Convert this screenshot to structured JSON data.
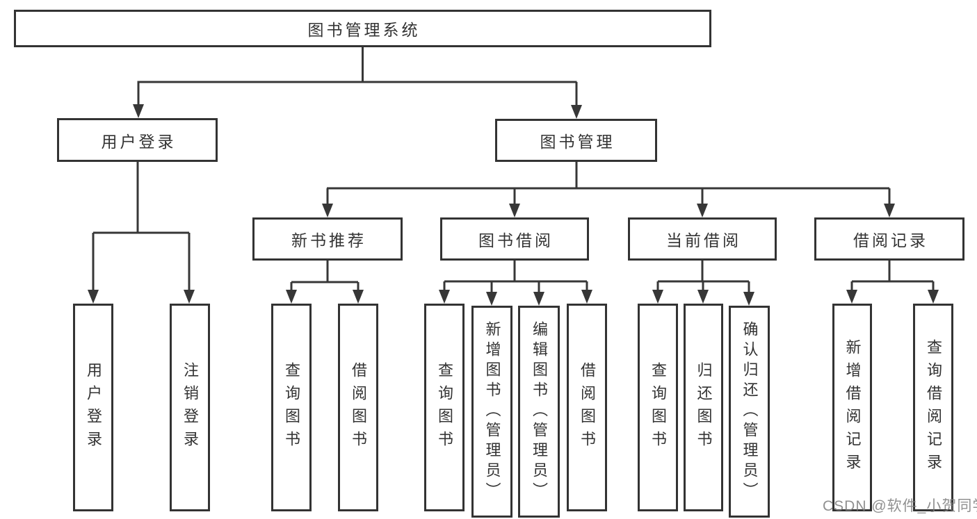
{
  "tree": {
    "root": "图书管理系统",
    "children": [
      {
        "label": "用户登录",
        "leaves": [
          "用户登录",
          "注销登录"
        ]
      },
      {
        "label": "图书管理",
        "children": [
          {
            "label": "新书推荐",
            "leaves": [
              "查询图书",
              "借阅图书"
            ]
          },
          {
            "label": "图书借阅",
            "leaves": [
              "查询图书",
              "新增图书（管理员）",
              "编辑图书（管理员）",
              "借阅图书"
            ]
          },
          {
            "label": "当前借阅",
            "leaves": [
              "查询图书",
              "归还图书",
              "确认归还（管理员）"
            ]
          },
          {
            "label": "借阅记录",
            "leaves": [
              "新增借阅记录",
              "查询借阅记录"
            ]
          }
        ]
      }
    ]
  },
  "watermark": {
    "text": "CSDN @软件_小贺同学"
  },
  "colors": {
    "line": "#373737",
    "border": "#333333",
    "text": "#333333",
    "watermark": "#7d7d7d"
  }
}
